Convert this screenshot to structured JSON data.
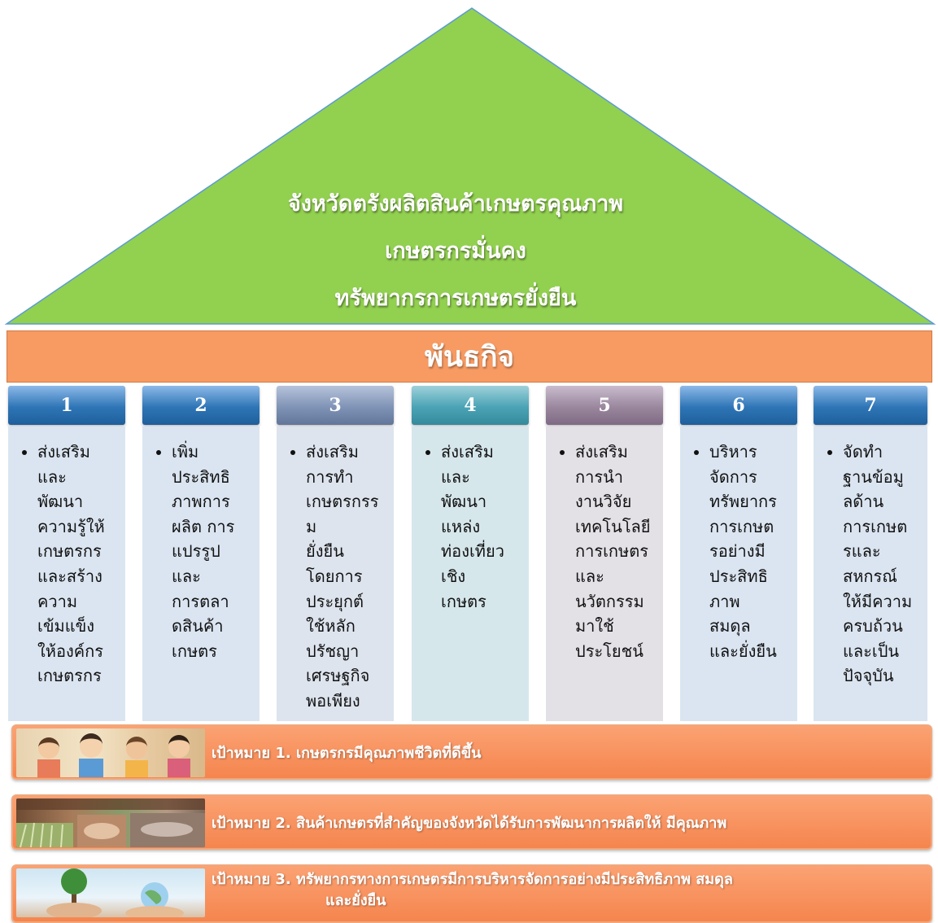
{
  "vision": {
    "lines": [
      "จังหวัดตรังผลิตสินค้าเกษตรคุณภาพ",
      "เกษตรกรมั่นคง",
      "ทรัพยากรการเกษตรยั่งยืน"
    ],
    "color": "#92d050"
  },
  "mission": {
    "title": "พันธกิจ",
    "color": "#f79b63"
  },
  "pillars": [
    {
      "number": "1",
      "text": "ส่งเสริมและพัฒนาความรู้ให้เกษตรกรและสร้างความเข้มแข็งให้องค์กรเกษตรกร",
      "head_color": "#2e75b6",
      "body_color": "#dbe5f1"
    },
    {
      "number": "2",
      "text": "เพิ่มประสิทธิภาพการผลิต การแปรรูปและการตลาดสินค้าเกษตร",
      "head_color": "#2e75b6",
      "body_color": "#dbe5f1"
    },
    {
      "number": "3",
      "text": "ส่งเสริมการทำเกษตรกรรมยั่งยืนโดยการประยุกต์ใช้หลักปรัชญาเศรษฐกิจพอเพียง",
      "head_color": "#7f93b6",
      "body_color": "#dde4ee"
    },
    {
      "number": "4",
      "text": "ส่งเสริมและพัฒนาแหล่งท่องเที่ยวเชิงเกษตร",
      "head_color": "#4aa3b5",
      "body_color": "#d6e7ec"
    },
    {
      "number": "5",
      "text": "ส่งเสริมการนำงานวิจัยเทคโนโลยีการเกษตรและนวัตกรรมมาใช้ประโยชน์",
      "head_color": "#9a879e",
      "body_color": "#e3e0e6"
    },
    {
      "number": "6",
      "text": "บริหารจัดการทรัพยากรการเกษตรอย่างมีประสิทธิภาพ สมดุลและยั่งยืน",
      "head_color": "#2e75b6",
      "body_color": "#dbe5f1"
    },
    {
      "number": "7",
      "text": "จัดทำฐานข้อมูลด้านการเกษตรและสหกรณ์ให้มีความครบถ้วนและเป็นปัจจุบัน",
      "head_color": "#2e75b6",
      "body_color": "#dbe5f1"
    }
  ],
  "pillar_lines": [
    [
      "ส่งเสริม",
      "และ",
      "พัฒนา",
      "ความรู้ให้",
      "เกษตรกร",
      "และสร้าง",
      "ความ",
      "เข้มแข็ง",
      "ให้องค์กร",
      "เกษตรกร"
    ],
    [
      "เพิ่ม",
      "ประสิทธิ",
      "ภาพการ",
      "ผลิต การ",
      "แปรรูป",
      "และ",
      "การตลา",
      "ดสินค้า",
      "เกษตร"
    ],
    [
      "ส่งเสริม",
      "การทำ",
      "เกษตรกรรม",
      "ยั่งยืน",
      "โดยการ",
      "ประยุกต์",
      "ใช้หลัก",
      "ปรัชญา",
      "เศรษฐกิจ",
      "พอเพียง"
    ],
    [
      "ส่งเสริม",
      "และ",
      "พัฒนา",
      "แหล่ง",
      "ท่องเที่ยว",
      "เชิง",
      "เกษตร"
    ],
    [
      "ส่งเสริม",
      "การนำ",
      "งานวิจัย",
      "เทคโนโลยี",
      "การเกษตร",
      "และ",
      "นวัตกรรม",
      "มาใช้",
      "ประโยชน์"
    ],
    [
      "บริหาร",
      "จัดการ",
      "ทรัพยากร",
      "การเกษต",
      "รอย่างมี",
      "ประสิทธิ",
      "ภาพ",
      "สมดุล",
      "และยั่งยืน"
    ],
    [
      "จัดทำ",
      "ฐานข้อมู",
      "ลด้าน",
      "การเกษต",
      "รและ",
      "สหกรณ์",
      "ให้มีความ",
      "ครบถ้วน",
      "และเป็น",
      "ปัจจุบัน"
    ]
  ],
  "goals": [
    {
      "text": "เป้าหมาย 1. เกษตรกรมีคุณภาพชีวิตที่ดีขึ้น",
      "image": "children-photo"
    },
    {
      "text": "เป้าหมาย 2. สินค้าเกษตรที่สำคัญของจังหวัดได้รับการพัฒนาการผลิตให้ มีคุณภาพ",
      "image": "agricultural-products-photo"
    },
    {
      "line1": "เป้าหมาย 3. ทรัพยากรทางการเกษตรมีการบริหารจัดการอย่างมีประสิทธิภาพ สมดุล",
      "line2": "และยั่งยืน",
      "image": "hands-holding-tree-globe-photo"
    }
  ]
}
